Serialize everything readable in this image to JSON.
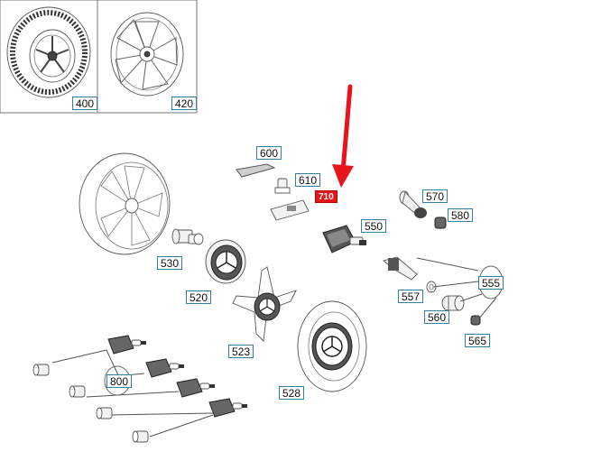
{
  "parts": {
    "p400": "400",
    "p420": "420",
    "p600": "600",
    "p610": "610",
    "p570": "570",
    "p580": "580",
    "p550": "550",
    "p530": "530",
    "p520": "520",
    "p555": "555",
    "p557": "557",
    "p560": "560",
    "p565": "565",
    "p523": "523",
    "p528": "528",
    "p800": "800",
    "p710": "710"
  },
  "colors": {
    "label_border": "#2f7fa8",
    "highlight": "#e8141b",
    "arrow": "#e8141b"
  },
  "highlighted_part": "710"
}
